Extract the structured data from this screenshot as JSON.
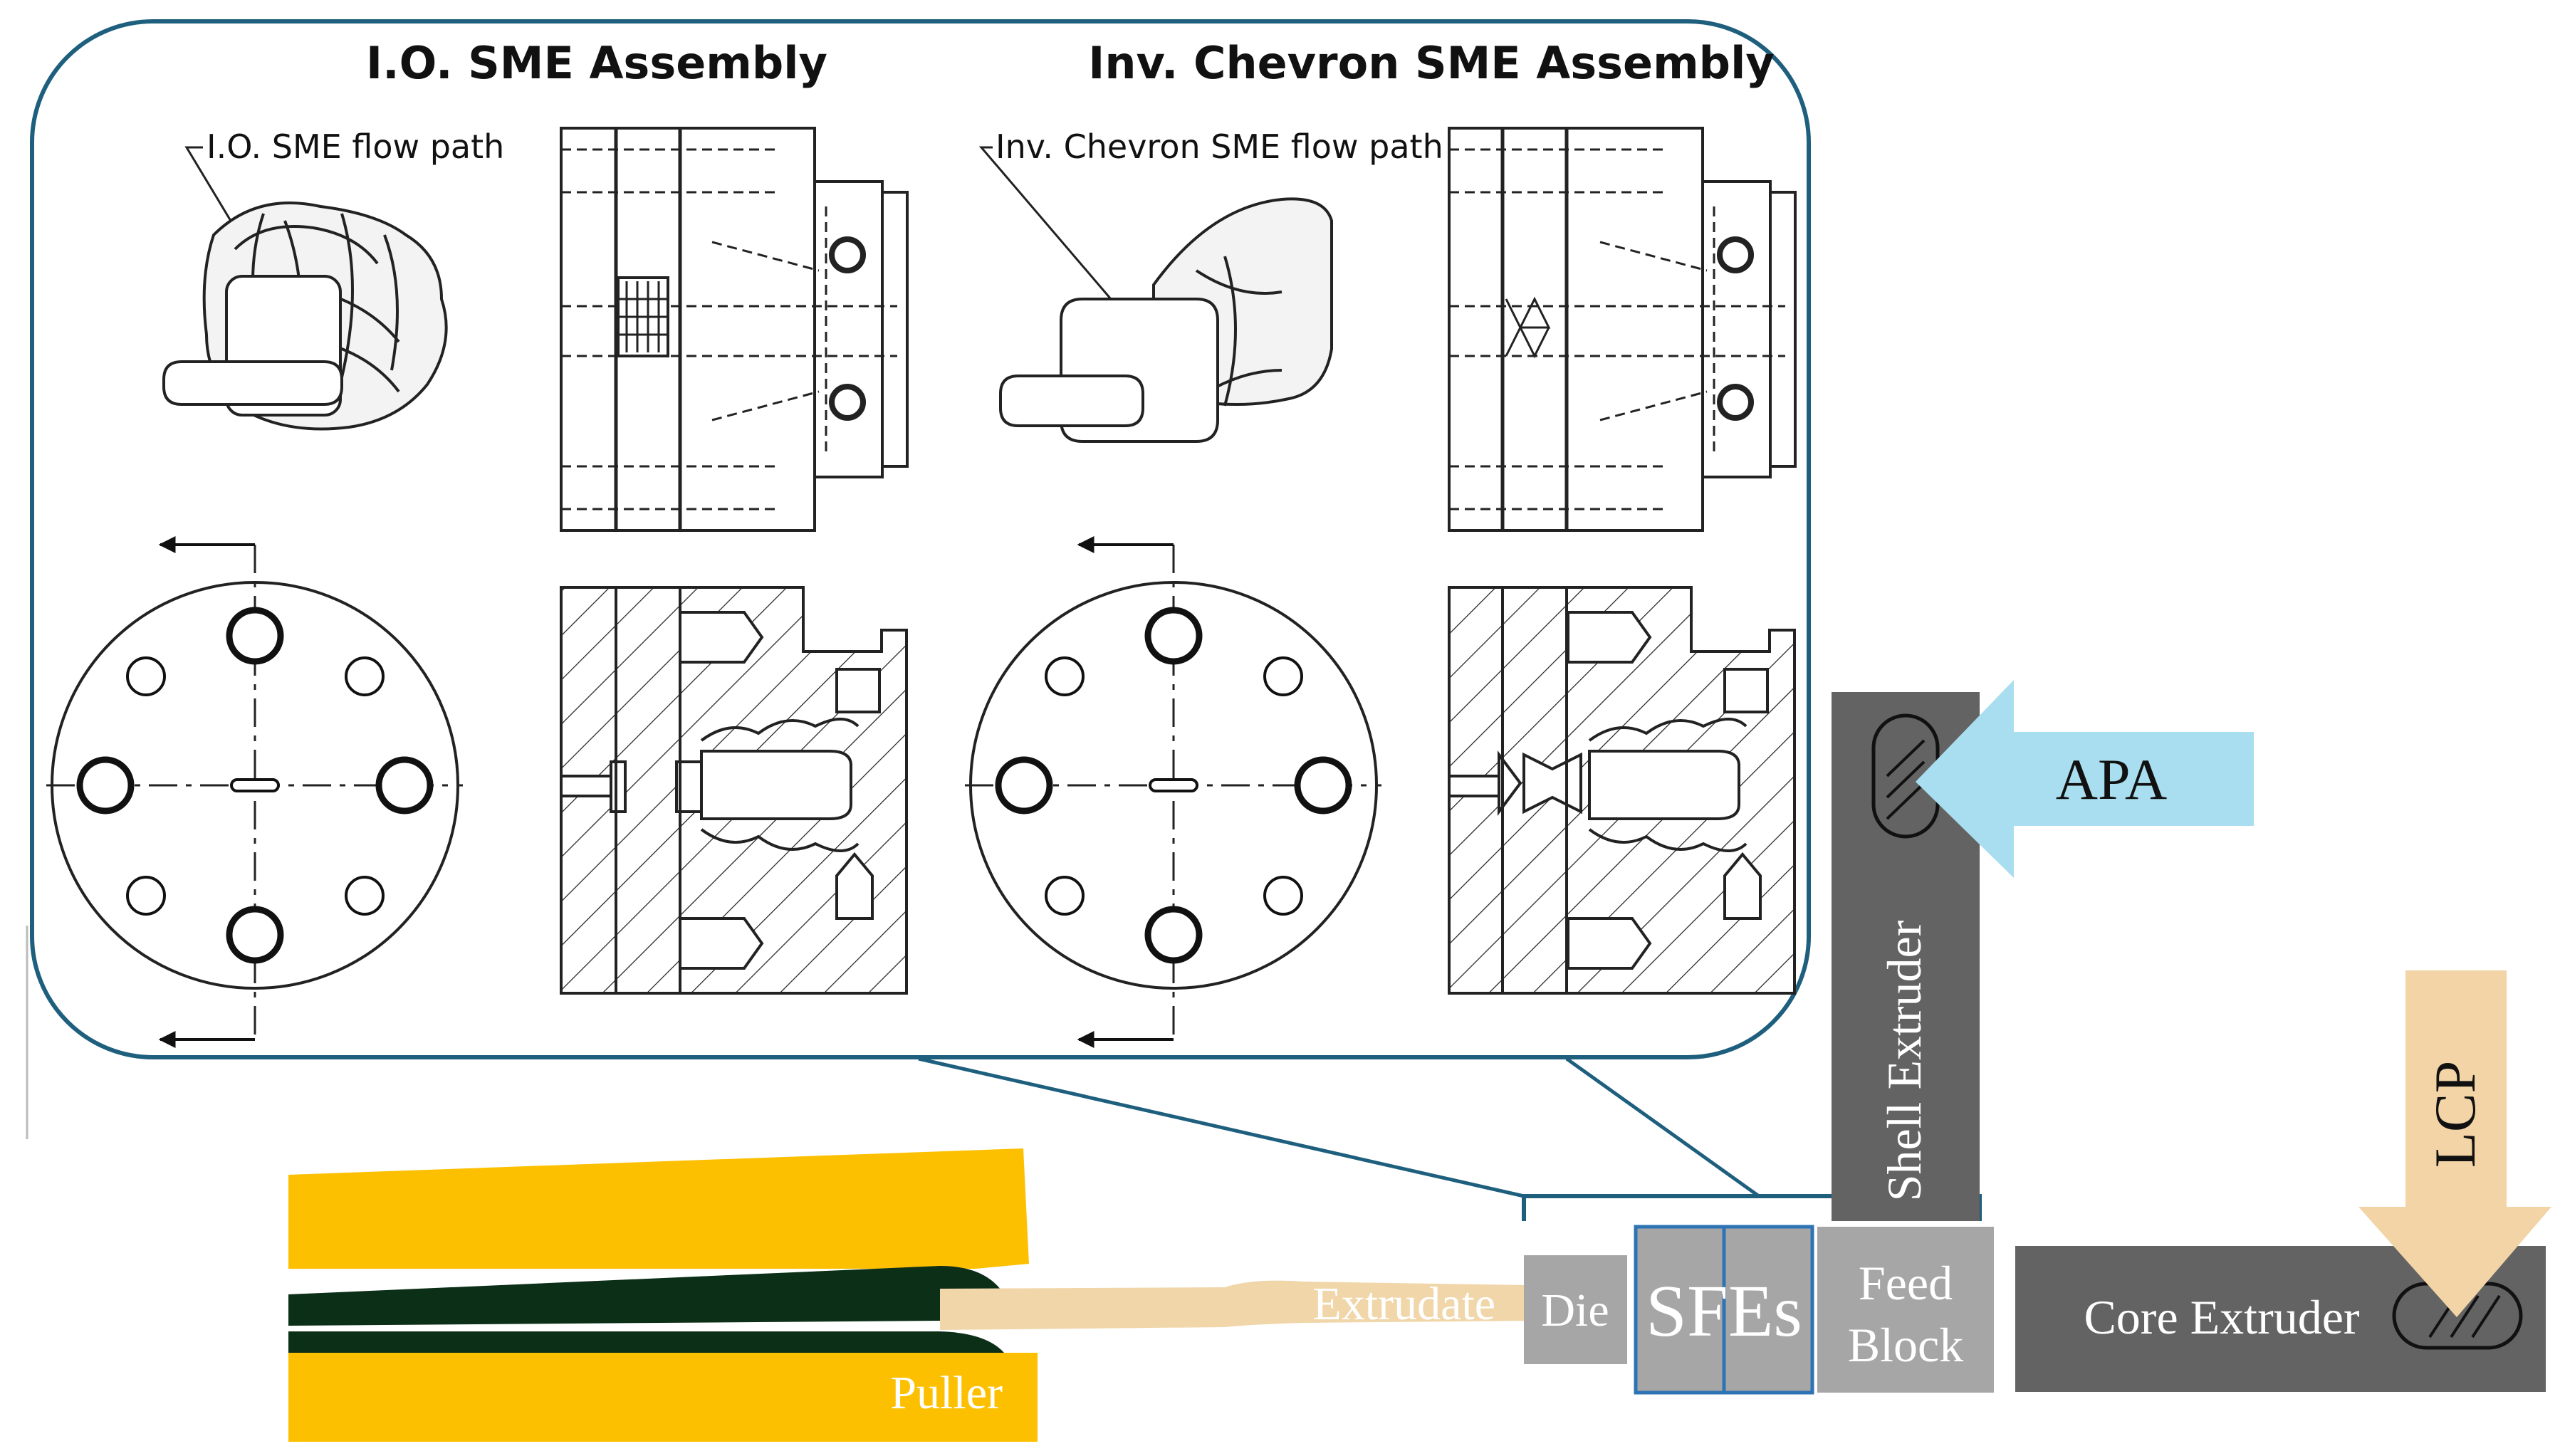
{
  "top_panel": {
    "io_title": "I.O. SME Assembly",
    "chevron_title": "Inv. Chevron SME Assembly",
    "io_flow_label": "I.O. SME flow path",
    "chevron_flow_label": "Inv. Chevron SME flow path"
  },
  "line": {
    "puller": "Puller",
    "extrudate": "Extrudate",
    "die": "Die",
    "sfes": "SFEs",
    "feed_block_line1": "Feed",
    "feed_block_line2": "Block",
    "core_extruder": "Core Extruder",
    "shell_extruder": "Shell Extruder",
    "apa": "APA",
    "lcp": "LCP"
  },
  "colors": {
    "panel_border": "#1f5f7e",
    "puller_yellow": "#fdc000",
    "puller_dark": "#0c2f17",
    "extrudate": "#f0d6a9",
    "die_grey": "#a6a6a6",
    "dark_grey": "#636363",
    "apa_blue": "#a9def0",
    "lcp_tan": "#f2d4a6",
    "sfe_border": "#2e74b5"
  }
}
